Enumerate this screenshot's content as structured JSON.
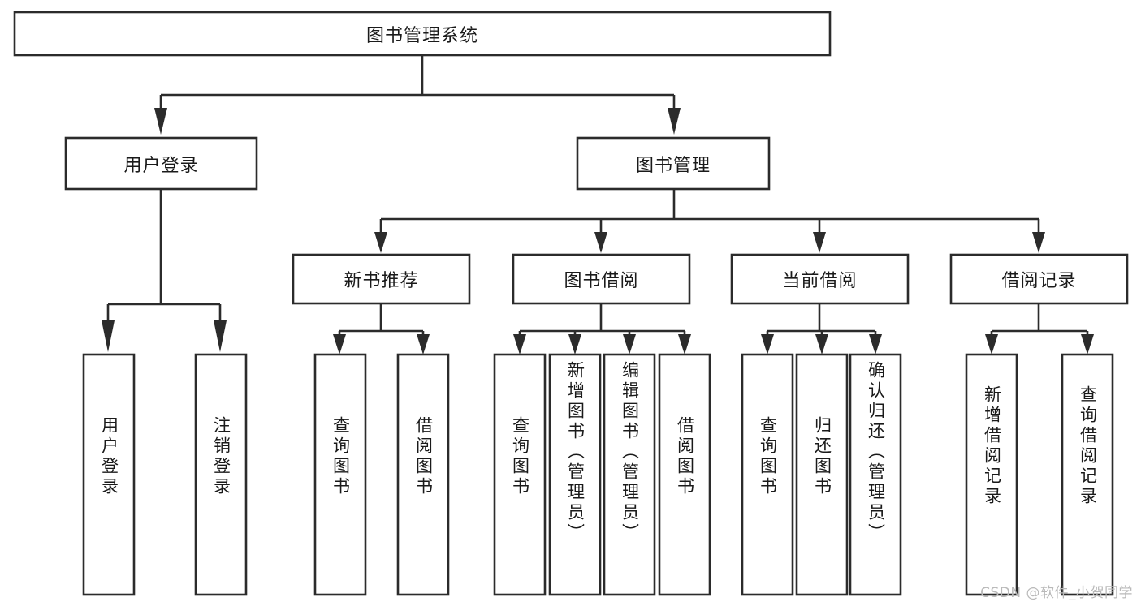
{
  "diagram": {
    "type": "tree-hierarchy",
    "title": "图书管理系统",
    "root": {
      "label": "图书管理系统",
      "orientation": "horizontal"
    },
    "level2": [
      {
        "label": "用户登录",
        "orientation": "horizontal"
      },
      {
        "label": "图书管理",
        "orientation": "horizontal"
      }
    ],
    "level3": [
      {
        "label": "新书推荐",
        "orientation": "horizontal"
      },
      {
        "label": "图书借阅",
        "orientation": "horizontal"
      },
      {
        "label": "当前借阅",
        "orientation": "horizontal"
      },
      {
        "label": "借阅记录",
        "orientation": "horizontal"
      }
    ],
    "leaves": {
      "user_login": [
        {
          "label": "用户登录",
          "orientation": "vertical"
        },
        {
          "label": "注销登录",
          "orientation": "vertical"
        }
      ],
      "new_book_recommend": [
        {
          "label": "查询图书",
          "orientation": "vertical"
        },
        {
          "label": "借阅图书",
          "orientation": "vertical"
        }
      ],
      "book_borrow": [
        {
          "label": "查询图书",
          "orientation": "vertical"
        },
        {
          "label": "新增图书（管理员）",
          "orientation": "vertical"
        },
        {
          "label": "编辑图书（管理员）",
          "orientation": "vertical"
        },
        {
          "label": "借阅图书",
          "orientation": "vertical"
        }
      ],
      "current_borrow": [
        {
          "label": "查询图书",
          "orientation": "vertical"
        },
        {
          "label": "归还图书",
          "orientation": "vertical"
        },
        {
          "label": "确认归还（管理员）",
          "orientation": "vertical"
        }
      ],
      "borrow_record": [
        {
          "label": "新增借阅记录",
          "orientation": "vertical"
        },
        {
          "label": "查询借阅记录",
          "orientation": "vertical"
        }
      ]
    }
  },
  "watermark": {
    "text": "CSDN @软件_小贺同学"
  },
  "colors": {
    "stroke": "#2b2b2b",
    "fill": "#ffffff",
    "text": "#1a1a1a",
    "watermark": "#b9b9b9",
    "background": "#ffffff"
  }
}
